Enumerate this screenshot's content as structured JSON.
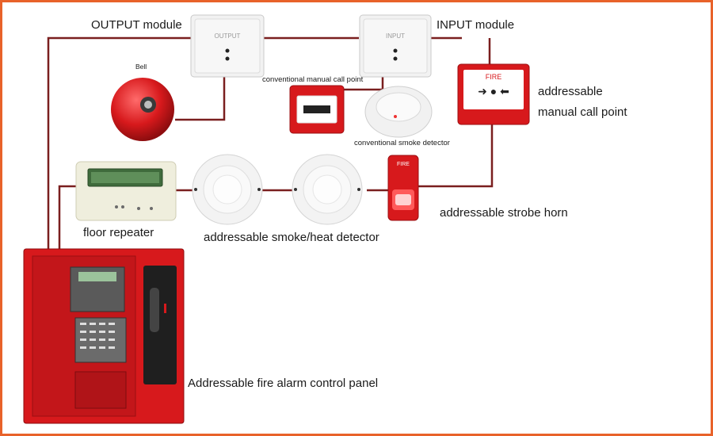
{
  "diagram": {
    "labels": {
      "output_module": "OUTPUT module",
      "input_module": "INPUT module",
      "bell": "Bell",
      "conventional_manual_call_point": "conventional manual call point",
      "conventional_smoke_detector": "conventional smoke detector",
      "addressable_manual_call_point_line1": "addressable",
      "addressable_manual_call_point_line2": "manual call point",
      "floor_repeater": "floor repeater",
      "addressable_smoke_heat_detector": "addressable smoke/heat detector",
      "addressable_strobe_horn": "addressable strobe horn",
      "control_panel": "Addressable fire alarm control panel"
    },
    "device_text": {
      "output_module_face": "OUTPUT",
      "input_module_face": "INPUT",
      "call_point_face": "FIRE",
      "strobe_face": "FIRE"
    },
    "colors": {
      "border": "#e8622a",
      "wire": "#7a1f1f",
      "device_red": "#d7191c",
      "module_white": "#f2f2f2"
    }
  }
}
